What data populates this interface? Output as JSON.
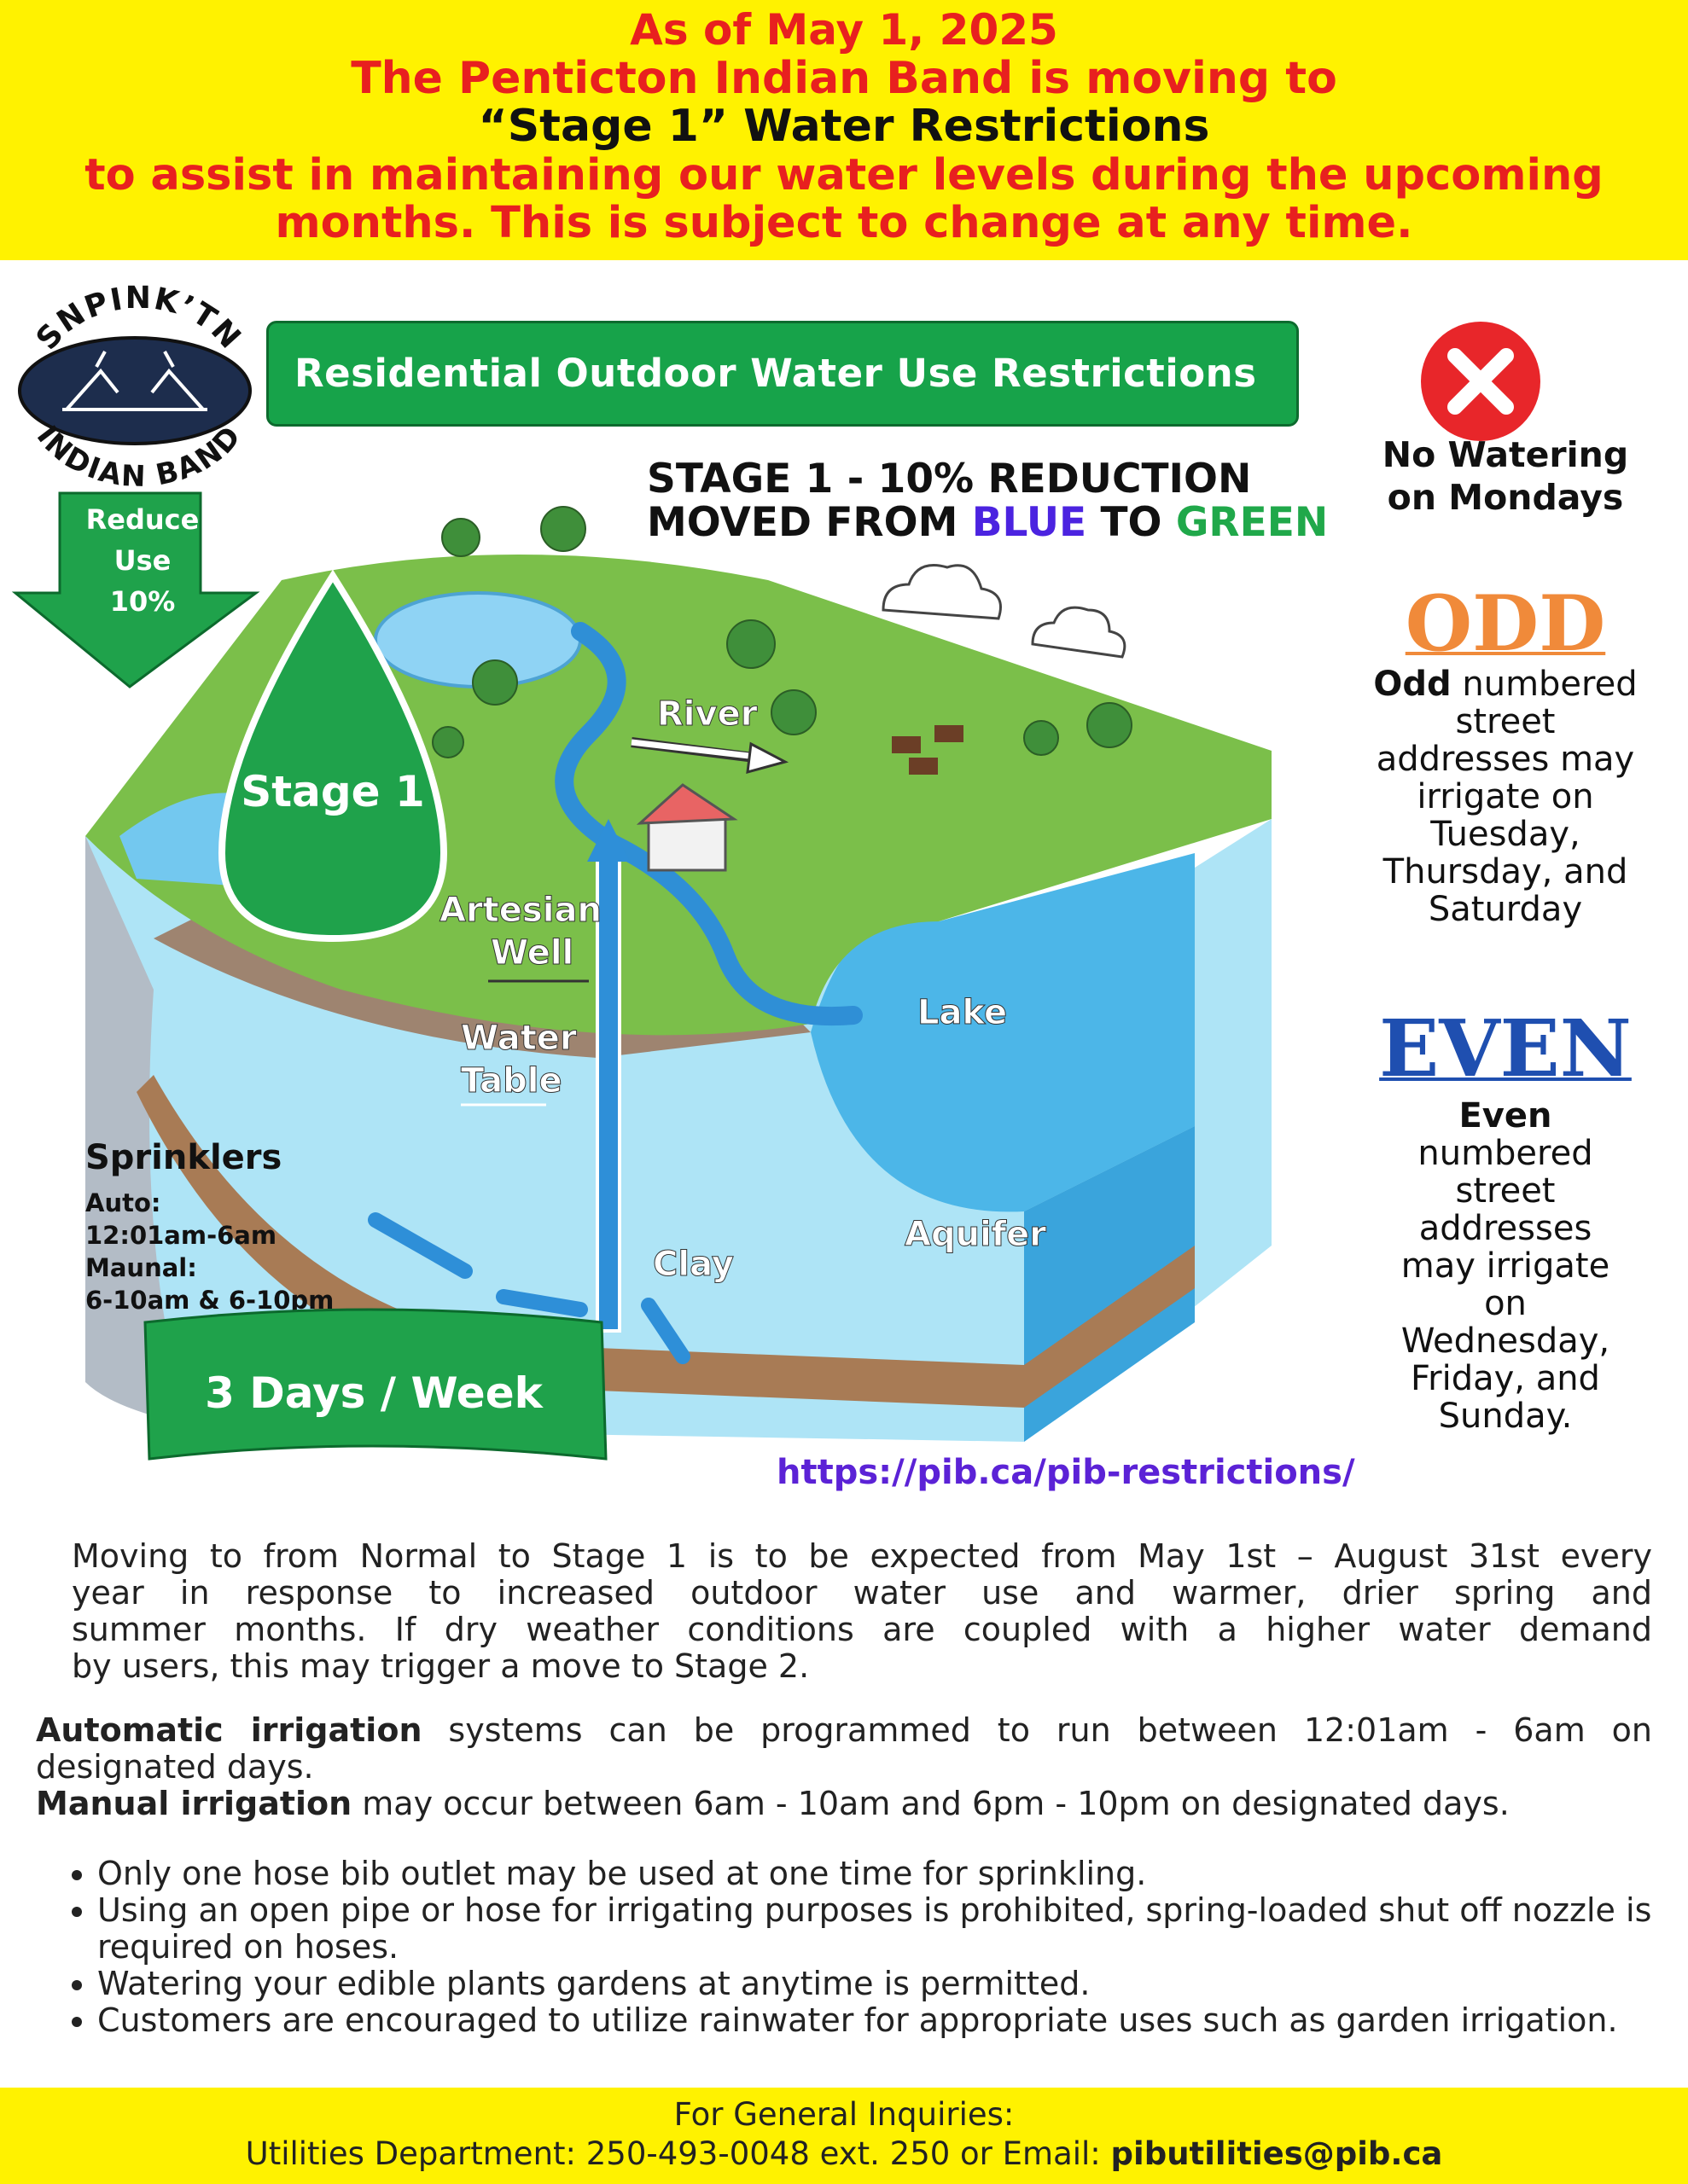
{
  "header": {
    "line1": "As of May 1, 2025",
    "line2": "The Penticton Indian Band is moving to",
    "line3": "“Stage 1” Water Restrictions",
    "line4": "to assist in maintaining our water levels during the upcoming",
    "line5": "months. This is subject to change at any time."
  },
  "logo": {
    "top_text": "SNPINK’TN",
    "bottom_text": "INDIAN BAND"
  },
  "banner": {
    "title": "Residential Outdoor Water Use Restrictions"
  },
  "stage_heading": {
    "line1": "STAGE 1 - 10% REDUCTION",
    "line2_prefix": "MOVED FROM ",
    "line2_blue": "BLUE",
    "line2_mid": " TO ",
    "line2_green": "GREEN"
  },
  "diagram": {
    "reduce_arrow": [
      "Reduce",
      "Use",
      "10%"
    ],
    "stage_drop": "Stage 1",
    "labels": {
      "river": "River",
      "artesian_1": "Artesian",
      "artesian_2": "Well",
      "water_1": "Water",
      "water_2": "Table",
      "lake": "Lake",
      "aquifer": "Aquifer",
      "clay": "Clay"
    },
    "sprinklers": {
      "title": "Sprinklers",
      "lines": [
        "Auto:",
        "12:01am-6am",
        "Maunal:",
        "6-10am & 6-10pm"
      ]
    },
    "days_banner": "3 Days / Week"
  },
  "right_column": {
    "no_water_1": "No Watering",
    "no_water_2": "on Mondays",
    "odd_title": "ODD",
    "odd_bold": "Odd",
    "odd_lines": [
      " numbered",
      "street",
      "addresses may",
      "irrigate on",
      "Tuesday,",
      "Thursday, and",
      "Saturday"
    ],
    "even_title": "EVEN",
    "even_bold": "Even",
    "even_lines": [
      "numbered",
      "street",
      "addresses",
      "may irrigate",
      "on",
      "Wednesday,",
      "Friday, and",
      "Sunday."
    ]
  },
  "url": "https://pib.ca/pib-restrictions/",
  "body": {
    "intro_lines": [
      "Moving to from Normal to Stage 1 is to be expected from May 1st – August 31st every",
      "year in response to increased outdoor water use and warmer, drier spring and",
      "summer months.  If dry weather conditions are coupled with a higher water demand",
      "by users, this may trigger a move to Stage 2."
    ],
    "auto_bold": "Automatic irrigation",
    "auto_rest_1": " systems can be programmed to run between 12:01am - 6am on",
    "auto_rest_2": "designated days.",
    "manual_bold": "Manual irrigation",
    "manual_rest": " may occur between 6am - 10am and 6pm - 10pm on designated days.",
    "bullets": [
      "Only one hose bib outlet may be used at one time for sprinkling.",
      "Using an open pipe or hose for irrigating purposes is prohibited, spring-loaded shut off nozzle is required on hoses.",
      "Watering your edible plants gardens at anytime is permitted.",
      "Customers are encouraged to utilize rainwater for appropriate uses such as garden irrigation."
    ]
  },
  "footer": {
    "line1": "For General Inquiries:",
    "line2_prefix": "Utilities Department: 250-493-0048 ext. 250 or Email: ",
    "email": "pibutilities@pib.ca"
  },
  "colors": {
    "header_yellow": "#fff200",
    "header_red": "#e8201f",
    "banner_green": "#17a34a",
    "odd_orange": "#f08a3a",
    "even_blue": "#1f4fb0",
    "url_purple": "#5b22d6",
    "no_red": "#e8262a"
  }
}
